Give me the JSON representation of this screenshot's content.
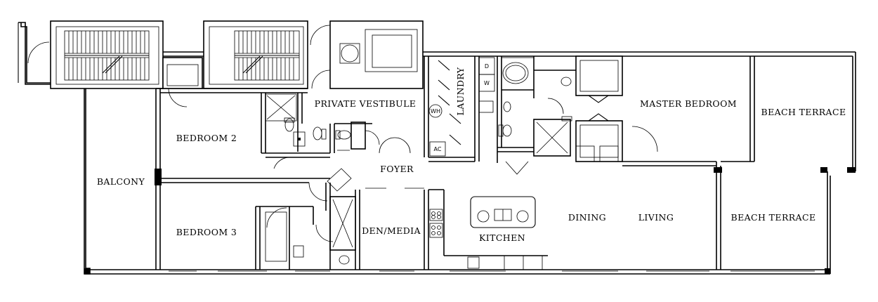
{
  "rooms": {
    "private_vestibule": "PRIVATE VESTIBULE",
    "laundry": "LAUNDRY",
    "master_bedroom": "MASTER BEDROOM",
    "beach_terrace_upper": "BEACH TERRACE",
    "bedroom_2": "BEDROOM 2",
    "foyer": "FOYER",
    "balcony": "BALCONY",
    "bedroom_3": "BEDROOM 3",
    "den_media": "DEN/MEDIA",
    "kitchen": "KITCHEN",
    "dining": "DINING",
    "living": "LIVING",
    "beach_terrace_lower": "BEACH TERRACE"
  },
  "fixtures": {
    "water_heater": "WH",
    "air_conditioner": "AC",
    "dryer": "D",
    "washer": "W"
  }
}
